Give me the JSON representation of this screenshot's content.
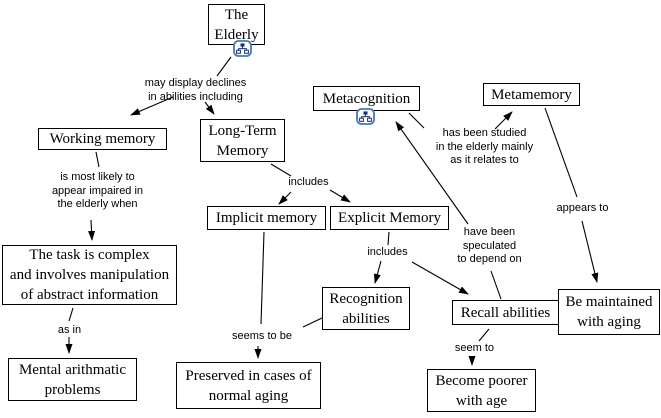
{
  "diagram": {
    "concepts": {
      "elderly": "The\nElderly",
      "working_memory": "Working memory",
      "long_term_memory": "Long-Term\nMemory",
      "task_complex": "The task is complex\nand involves manipulation\nof abstract information",
      "mental_arithmetic": "Mental arithmatic\nproblems",
      "implicit_memory": "Implicit memory",
      "explicit_memory": "Explicit Memory",
      "metacognition": "Metacognition",
      "metamemory": "Metamemory",
      "recognition_abilities": "Recognition\nabilities",
      "recall_abilities": "Recall abilities",
      "preserved": "Preserved in cases of\nnormal aging",
      "become_poorer": "Become poorer\nwith age",
      "maintained": "Be maintained\nwith aging"
    },
    "links": {
      "may_display": "may display declines\nin abilities including",
      "most_likely": "is most likely to\nappear impaired in\nthe elderly when",
      "as_in": "as in",
      "includes_lt": "includes",
      "includes_ex": "includes",
      "seems_to_be": "seems to be",
      "seem_to": "seem to",
      "speculated": "have been\nspeculated\nto depend on",
      "studied": "has been studied\nin the elderly mainly\nas it relates to",
      "appears_to": "appears to"
    },
    "icons": {
      "submap": "submap-icon"
    },
    "colors": {
      "background": "#ffffff",
      "box_border": "#000000",
      "text": "#000000",
      "line": "#000000",
      "icon_border": "#4579b8",
      "icon_glyph": "#1c2e6e"
    }
  }
}
